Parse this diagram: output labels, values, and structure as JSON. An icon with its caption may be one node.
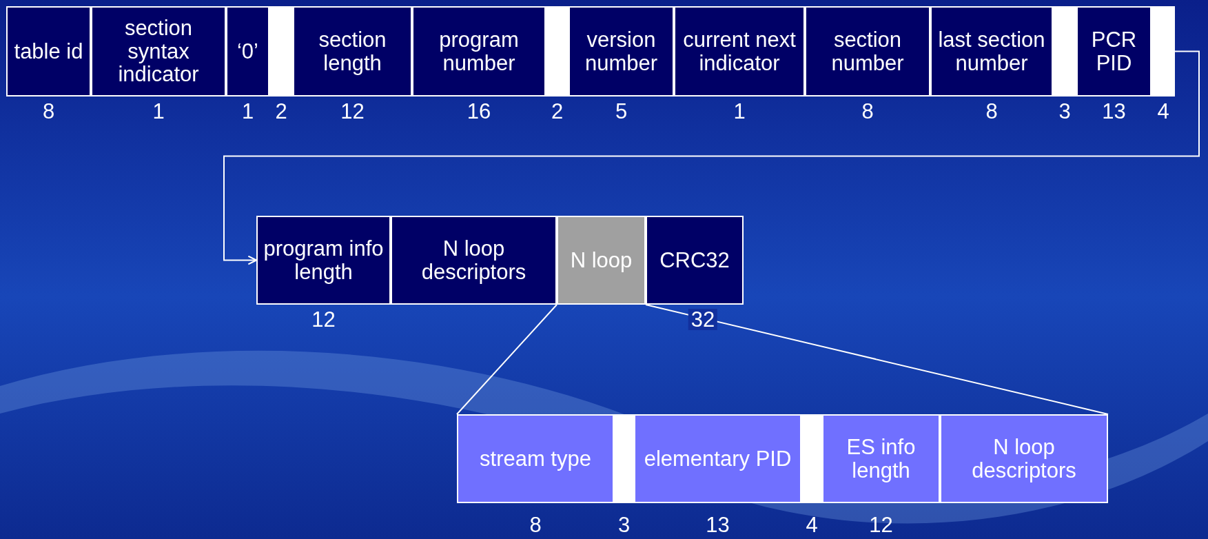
{
  "diagram": {
    "nodes": [
      {
        "text": [
          "table id"
        ],
        "beside": [
          "8"
        ]
      },
      {
        "text": [
          "section syntax indicator"
        ],
        "beside": [
          "1"
        ]
      },
      {
        "text": [
          "‘0’"
        ],
        "beside": [
          "1"
        ]
      },
      {
        "text": [],
        "shape": "box",
        "beside": [
          "2"
        ]
      },
      {
        "text": [
          "section length"
        ],
        "beside": [
          "12"
        ]
      },
      {
        "text": [
          "program number"
        ],
        "beside": [
          "16"
        ]
      },
      {
        "text": [],
        "shape": "box",
        "beside": [
          "2"
        ]
      },
      {
        "text": [
          "version number"
        ],
        "beside": [
          "5"
        ]
      },
      {
        "text": [
          "current next indicator"
        ],
        "beside": [
          "1"
        ]
      },
      {
        "text": [
          "section number"
        ],
        "beside": [
          "8"
        ]
      },
      {
        "text": [
          "last section number"
        ],
        "beside": [
          "8"
        ]
      },
      {
        "text": [],
        "shape": "box",
        "beside": [
          "3"
        ]
      },
      {
        "text": [
          "PCR PID"
        ],
        "beside": [
          "13"
        ]
      },
      {
        "text": [],
        "shape": "box",
        "beside": [
          "4"
        ]
      },
      {
        "text": [
          "program info length"
        ],
        "beside": [
          "12"
        ]
      },
      {
        "text": [
          "N loop descriptors"
        ]
      },
      {
        "text": [
          "N loop"
        ]
      },
      {
        "text": [
          "CRC32"
        ],
        "beside": [
          "32"
        ]
      },
      {
        "text": [
          "stream type"
        ],
        "beside": [
          "8"
        ]
      },
      {
        "text": [],
        "shape": "box",
        "beside": [
          "3"
        ]
      },
      {
        "text": [
          "elementary PID"
        ],
        "beside": [
          "13"
        ]
      },
      {
        "text": [],
        "shape": "box",
        "beside": [
          "4"
        ]
      },
      {
        "text": [
          "ES info length"
        ],
        "beside": [
          "12"
        ]
      },
      {
        "text": [
          "N loop descriptors"
        ]
      }
    ],
    "edges": [
      {
        "from": 13,
        "to": 14,
        "arrow": "to"
      },
      {
        "from": 16,
        "to": 18,
        "arrow": "none"
      },
      {
        "from": 16,
        "to": 23,
        "arrow": "none"
      }
    ]
  }
}
